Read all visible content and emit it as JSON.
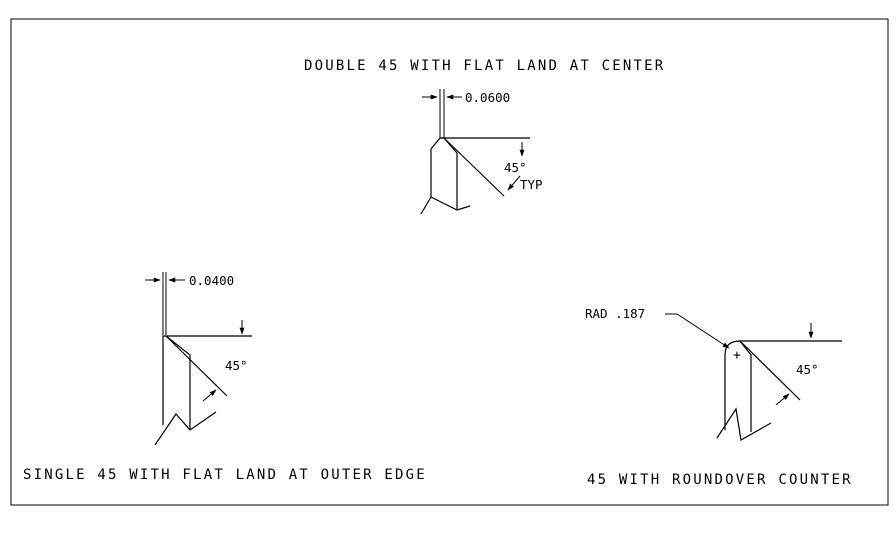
{
  "colors": {
    "line": "#000000",
    "background": "#ffffff"
  },
  "diagram": {
    "top": {
      "caption": "DOUBLE 45 WITH FLAT LAND AT CENTER",
      "land_dim": "0.0600",
      "angle": "45°",
      "typ": "TYP"
    },
    "left": {
      "caption": "SINGLE 45 WITH FLAT LAND AT OUTER EDGE",
      "land_dim": "0.0400",
      "angle": "45°"
    },
    "right": {
      "caption": "45 WITH ROUNDOVER COUNTER",
      "radius_label": "RAD .187",
      "angle": "45°",
      "center_mark": "+"
    }
  }
}
